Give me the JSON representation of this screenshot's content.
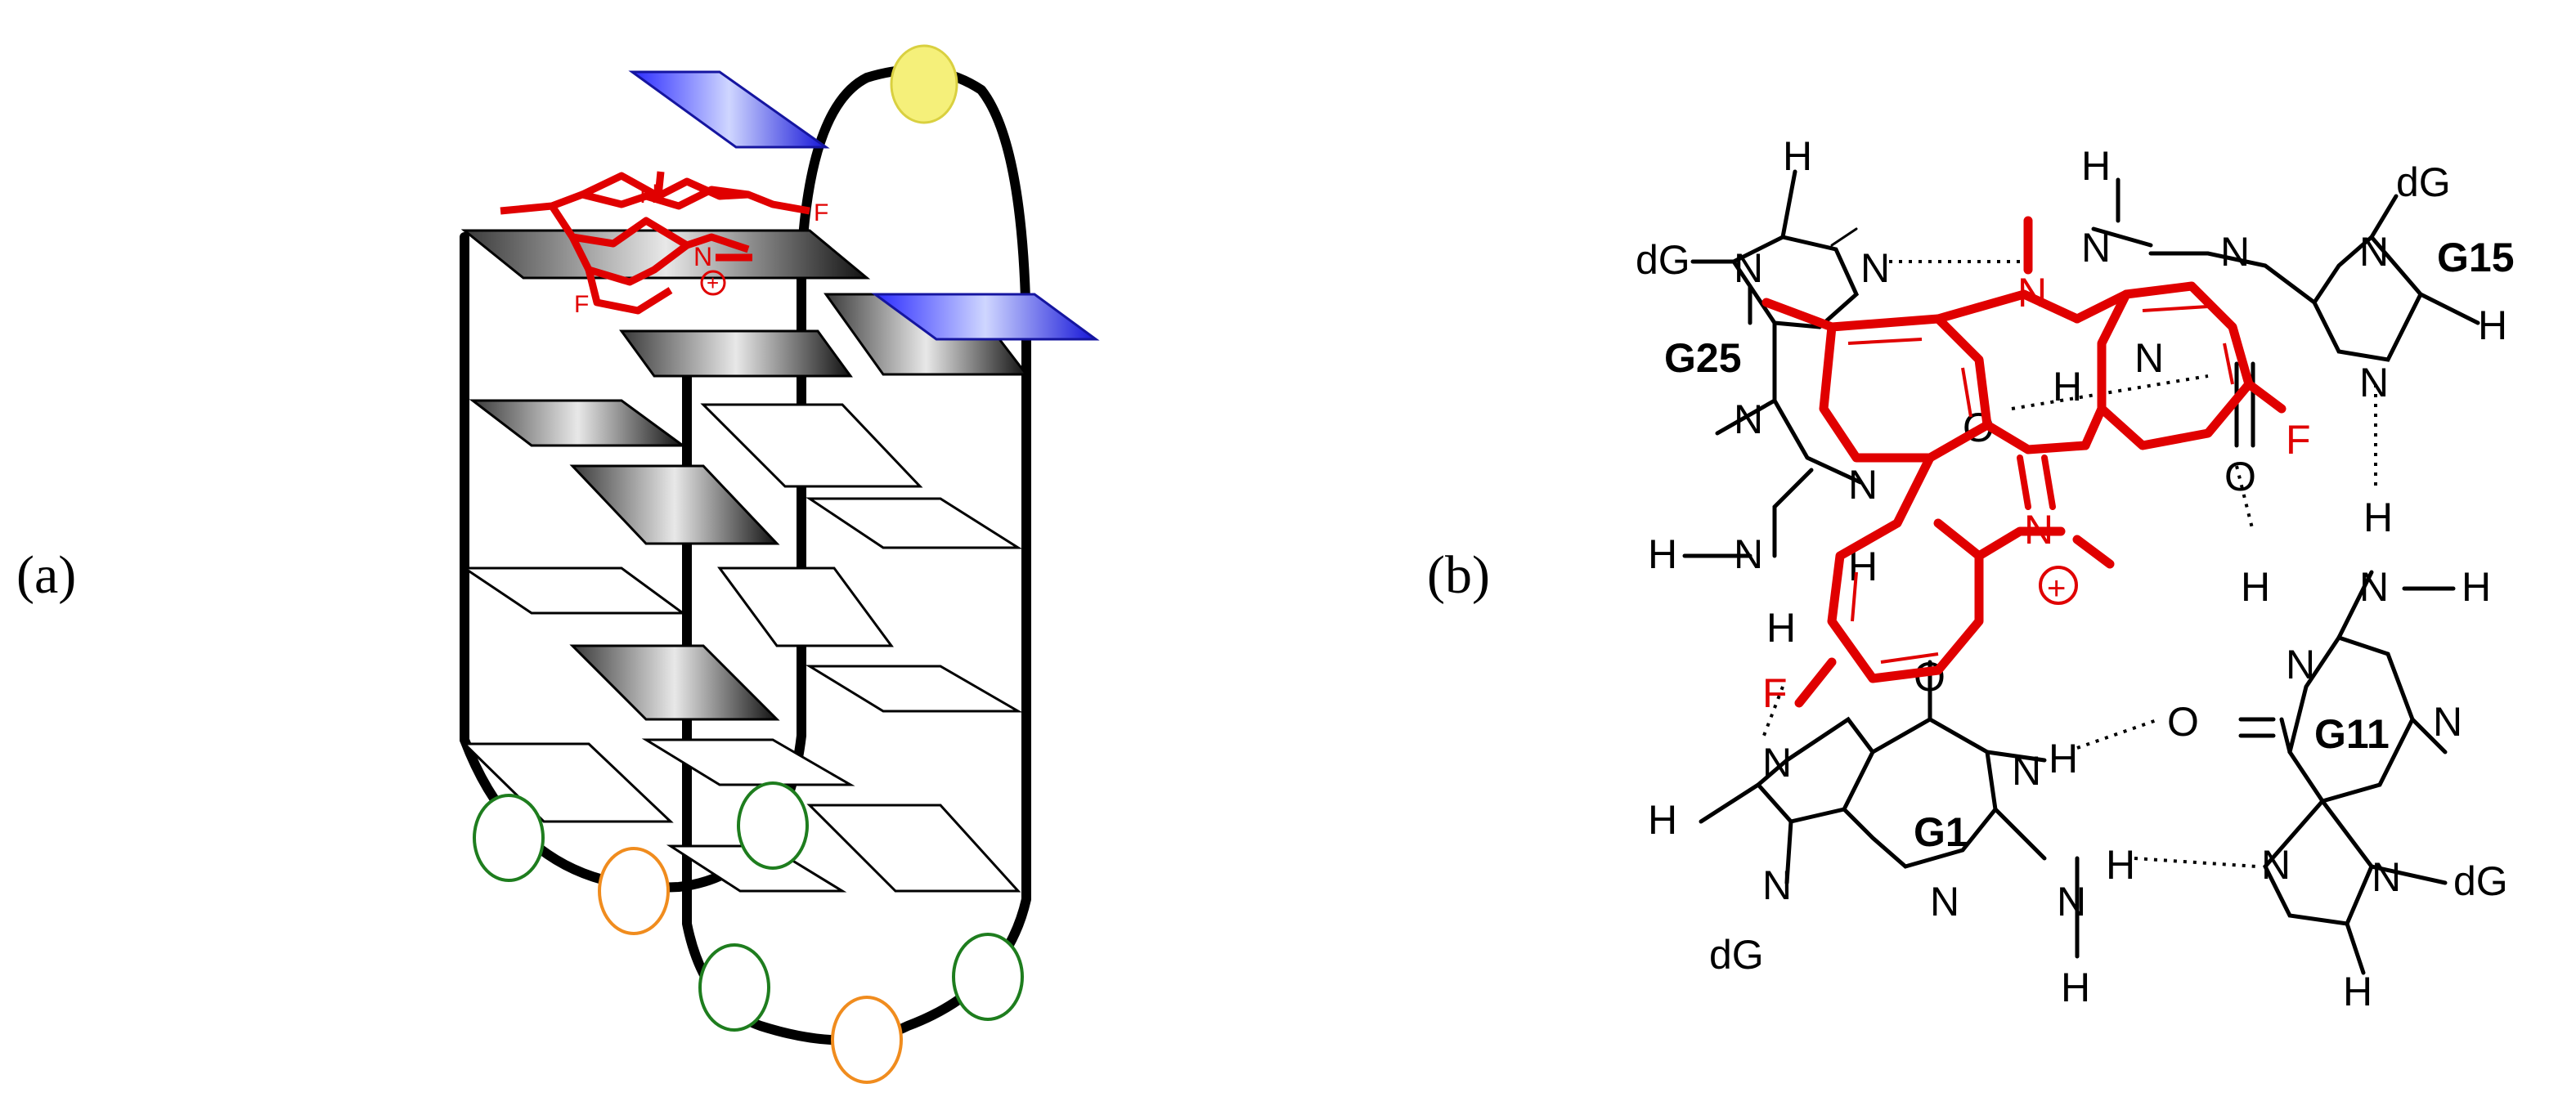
{
  "panel_a": {
    "label": "(a)",
    "ligand_labels": {
      "n1": "N",
      "n2": "N",
      "f1": "F",
      "f2": "F",
      "charge": "+"
    }
  },
  "panel_b": {
    "label": "(b)",
    "residues": {
      "g1": "G1",
      "g11": "G11",
      "g15": "G15",
      "g25": "G25"
    },
    "atoms": {
      "N": "N",
      "H": "H",
      "O": "O",
      "F": "F",
      "dG": "dG",
      "charge": "+"
    }
  },
  "colors": {
    "ligand_red": "#e00000",
    "sugar_yellow": "#f5f07a",
    "plane_blue": "#1f1fe6",
    "loop_green": "#1e7d1e",
    "loop_orange": "#f08c1e",
    "strand_black": "#000000"
  }
}
